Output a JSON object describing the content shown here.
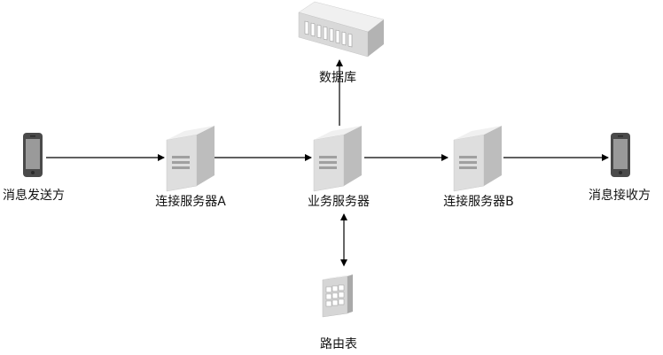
{
  "nodes": {
    "sender": {
      "label": "消息发送方",
      "icon": "mobile-phone-icon"
    },
    "conn_a": {
      "label": "连接服务器A",
      "icon": "server-icon"
    },
    "biz": {
      "label": "业务服务器",
      "icon": "server-icon"
    },
    "conn_b": {
      "label": "连接服务器B",
      "icon": "server-icon"
    },
    "receiver": {
      "label": "消息接收方",
      "icon": "mobile-phone-icon"
    },
    "db": {
      "label": "数据库",
      "icon": "database-rack-icon"
    },
    "route": {
      "label": "路由表",
      "icon": "table-icon"
    }
  },
  "edges": [
    {
      "from": "sender",
      "to": "conn_a",
      "direction": "forward"
    },
    {
      "from": "conn_a",
      "to": "biz",
      "direction": "forward"
    },
    {
      "from": "biz",
      "to": "conn_b",
      "direction": "forward"
    },
    {
      "from": "conn_b",
      "to": "receiver",
      "direction": "forward"
    },
    {
      "from": "biz",
      "to": "db",
      "direction": "forward"
    },
    {
      "from": "biz",
      "to": "route",
      "direction": "both"
    }
  ],
  "colors": {
    "server_front": "#e3e3e3",
    "server_side": "#bdbdbd",
    "server_top": "#f2f2f2",
    "phone_body": "#4a4a4a",
    "phone_screen": "#9a9a9a",
    "line": "#000000"
  }
}
